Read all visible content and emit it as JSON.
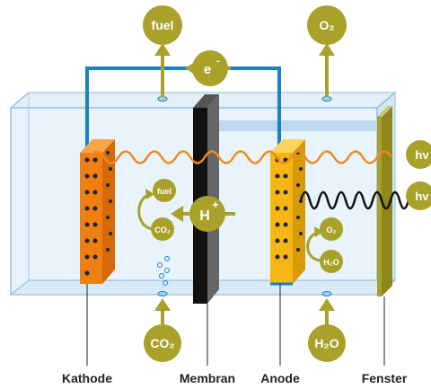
{
  "bubbles": {
    "fuel_top": "fuel",
    "o2_top": "O₂",
    "electron": "e",
    "electron_sup": "-",
    "proton": "H",
    "proton_sup": "+",
    "fuel_inner": "fuel",
    "co2_inner": "CO₂",
    "o2_inner": "O₂",
    "h2o_inner": "H₂O",
    "co2_bottom": "CO₂",
    "h2o_bottom": "H₂O",
    "hv_top": "hv",
    "hv_bottom": "hv"
  },
  "labels": {
    "kathode": "Kathode",
    "membran": "Membran",
    "anode": "Anode",
    "fenster": "Fenster"
  },
  "colors": {
    "olive": "#a9a12a",
    "orange_electrode": "#f07f13",
    "yellow_electrode": "#f6b616",
    "wire": "#1b7fc4",
    "glass": "#d5eaf7",
    "membrane": "#4a4a4a",
    "wave_orange": "#f08a1c"
  }
}
